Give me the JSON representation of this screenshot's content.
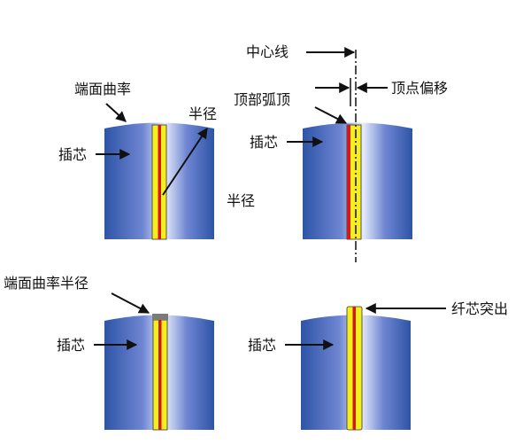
{
  "labels": {
    "end_face_curvature": "端面曲率",
    "radius_top": "半径",
    "radius_side": "半径",
    "ferrule_1": "插芯",
    "center_line": "中心线",
    "apex": "顶部弧顶",
    "apex_offset": "顶点偏移",
    "ferrule_2": "插芯",
    "end_face_curvature_radius": "端面曲率半径",
    "ferrule_3": "插芯",
    "ferrule_4": "插芯",
    "fiber_protrusion": "纤芯突出"
  },
  "colors": {
    "ferrule_blue": "#2e54a6",
    "ferrule_highlight": "#e6ecfa",
    "fiber_yellow": "#f7ee1e",
    "fiber_core_red": "#d11b1b",
    "arrow": "#111111",
    "dome_gray": "#7a7a7a"
  }
}
